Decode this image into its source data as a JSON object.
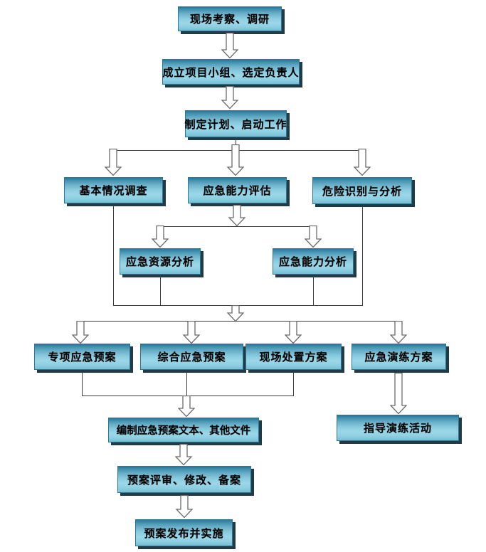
{
  "diagram": {
    "type": "flowchart",
    "nodes": [
      {
        "id": "site-survey",
        "label": "现场考察、调研"
      },
      {
        "id": "form-team",
        "label": "成立项目小组、选定负责人"
      },
      {
        "id": "make-plan",
        "label": "制定计划、启动工作"
      },
      {
        "id": "basic-survey",
        "label": "基本情况调查"
      },
      {
        "id": "capability-assess",
        "label": "应急能力评估"
      },
      {
        "id": "hazard-id",
        "label": "危险识别与分析"
      },
      {
        "id": "resource-analysis",
        "label": "应急资源分析"
      },
      {
        "id": "capability-analysis",
        "label": "应急能力分析"
      },
      {
        "id": "special-plan",
        "label": "专项应急预案"
      },
      {
        "id": "comprehensive-plan",
        "label": "综合应急预案"
      },
      {
        "id": "onsite-plan",
        "label": "现场处置方案"
      },
      {
        "id": "drill-plan",
        "label": "应急演练方案"
      },
      {
        "id": "compile-docs",
        "label": "编制应急预案文本、其他文件"
      },
      {
        "id": "guide-drill",
        "label": "指导演练活动"
      },
      {
        "id": "review-revise",
        "label": "预案评审、修改、备案"
      },
      {
        "id": "publish",
        "label": "预案发布并实施"
      }
    ],
    "edges": [
      {
        "from": "site-survey",
        "to": "form-team"
      },
      {
        "from": "form-team",
        "to": "make-plan"
      },
      {
        "from": "make-plan",
        "to": "basic-survey"
      },
      {
        "from": "make-plan",
        "to": "capability-assess"
      },
      {
        "from": "make-plan",
        "to": "hazard-id"
      },
      {
        "from": "capability-assess",
        "to": "resource-analysis"
      },
      {
        "from": "capability-assess",
        "to": "capability-analysis"
      },
      {
        "from": "basic-survey",
        "to": "plan-split"
      },
      {
        "from": "resource-analysis",
        "to": "plan-split"
      },
      {
        "from": "capability-analysis",
        "to": "plan-split"
      },
      {
        "from": "hazard-id",
        "to": "plan-split"
      },
      {
        "from": "plan-split",
        "to": "special-plan"
      },
      {
        "from": "plan-split",
        "to": "comprehensive-plan"
      },
      {
        "from": "plan-split",
        "to": "onsite-plan"
      },
      {
        "from": "plan-split",
        "to": "drill-plan"
      },
      {
        "from": "special-plan",
        "to": "compile-docs"
      },
      {
        "from": "comprehensive-plan",
        "to": "compile-docs"
      },
      {
        "from": "onsite-plan",
        "to": "compile-docs"
      },
      {
        "from": "drill-plan",
        "to": "guide-drill"
      },
      {
        "from": "compile-docs",
        "to": "review-revise"
      },
      {
        "from": "review-revise",
        "to": "publish"
      }
    ],
    "colors": {
      "box_gradient_top": "#2a7897",
      "box_gradient_light": "#9bd7e8",
      "box_border": "#2d7796",
      "box_shadow": "#203a46",
      "line": "#3c3c3c",
      "arrow_fill": "#ffffff",
      "arrow_outline": "#6b6b6b",
      "background": "#ffffff",
      "text": "#000000"
    }
  }
}
